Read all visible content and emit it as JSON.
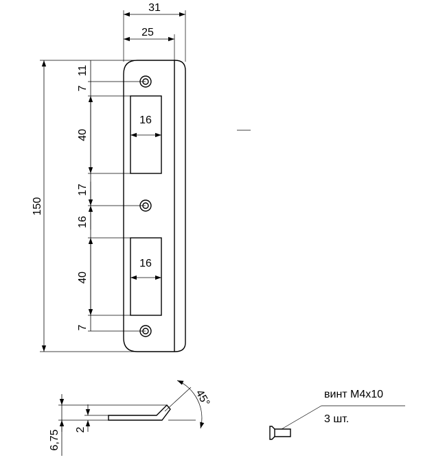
{
  "front_view": {
    "width_overall": "31",
    "width_plate": "25",
    "height_overall": "150",
    "offset_top": "11",
    "hole_gap_top": "7",
    "slot_height_top": "40",
    "gap_mid_top": "17",
    "gap_mid_bottom": "16",
    "slot_height_bottom": "40",
    "hole_gap_bottom": "7",
    "slot_width_top": "16",
    "slot_width_bottom": "16"
  },
  "side_view": {
    "height_total": "6,75",
    "thickness": "2",
    "bend_angle": "45°"
  },
  "screw_note": {
    "label": "винт М4х10",
    "quantity": "3 шт."
  }
}
